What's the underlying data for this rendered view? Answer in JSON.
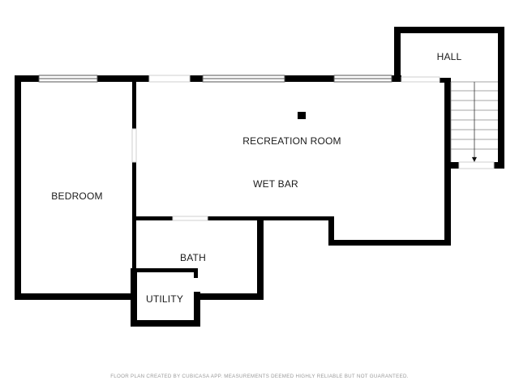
{
  "rooms": {
    "hall": "HALL",
    "recreation_room": "RECREATION ROOM",
    "wet_bar": "WET BAR",
    "bedroom": "BEDROOM",
    "bath": "BATH",
    "utility": "UTILITY"
  },
  "stairs": {
    "direction_symbol": "▼"
  },
  "footer": {
    "disclaimer": "FLOOR PLAN CREATED BY CUBICASA APP. MEASUREMENTS DEEMED HIGHLY RELIABLE BUT NOT GUARANTEED."
  },
  "colors": {
    "wall": "#000000",
    "window_frame": "#555555",
    "background": "#ffffff",
    "footer_text": "#9a9a9a"
  }
}
